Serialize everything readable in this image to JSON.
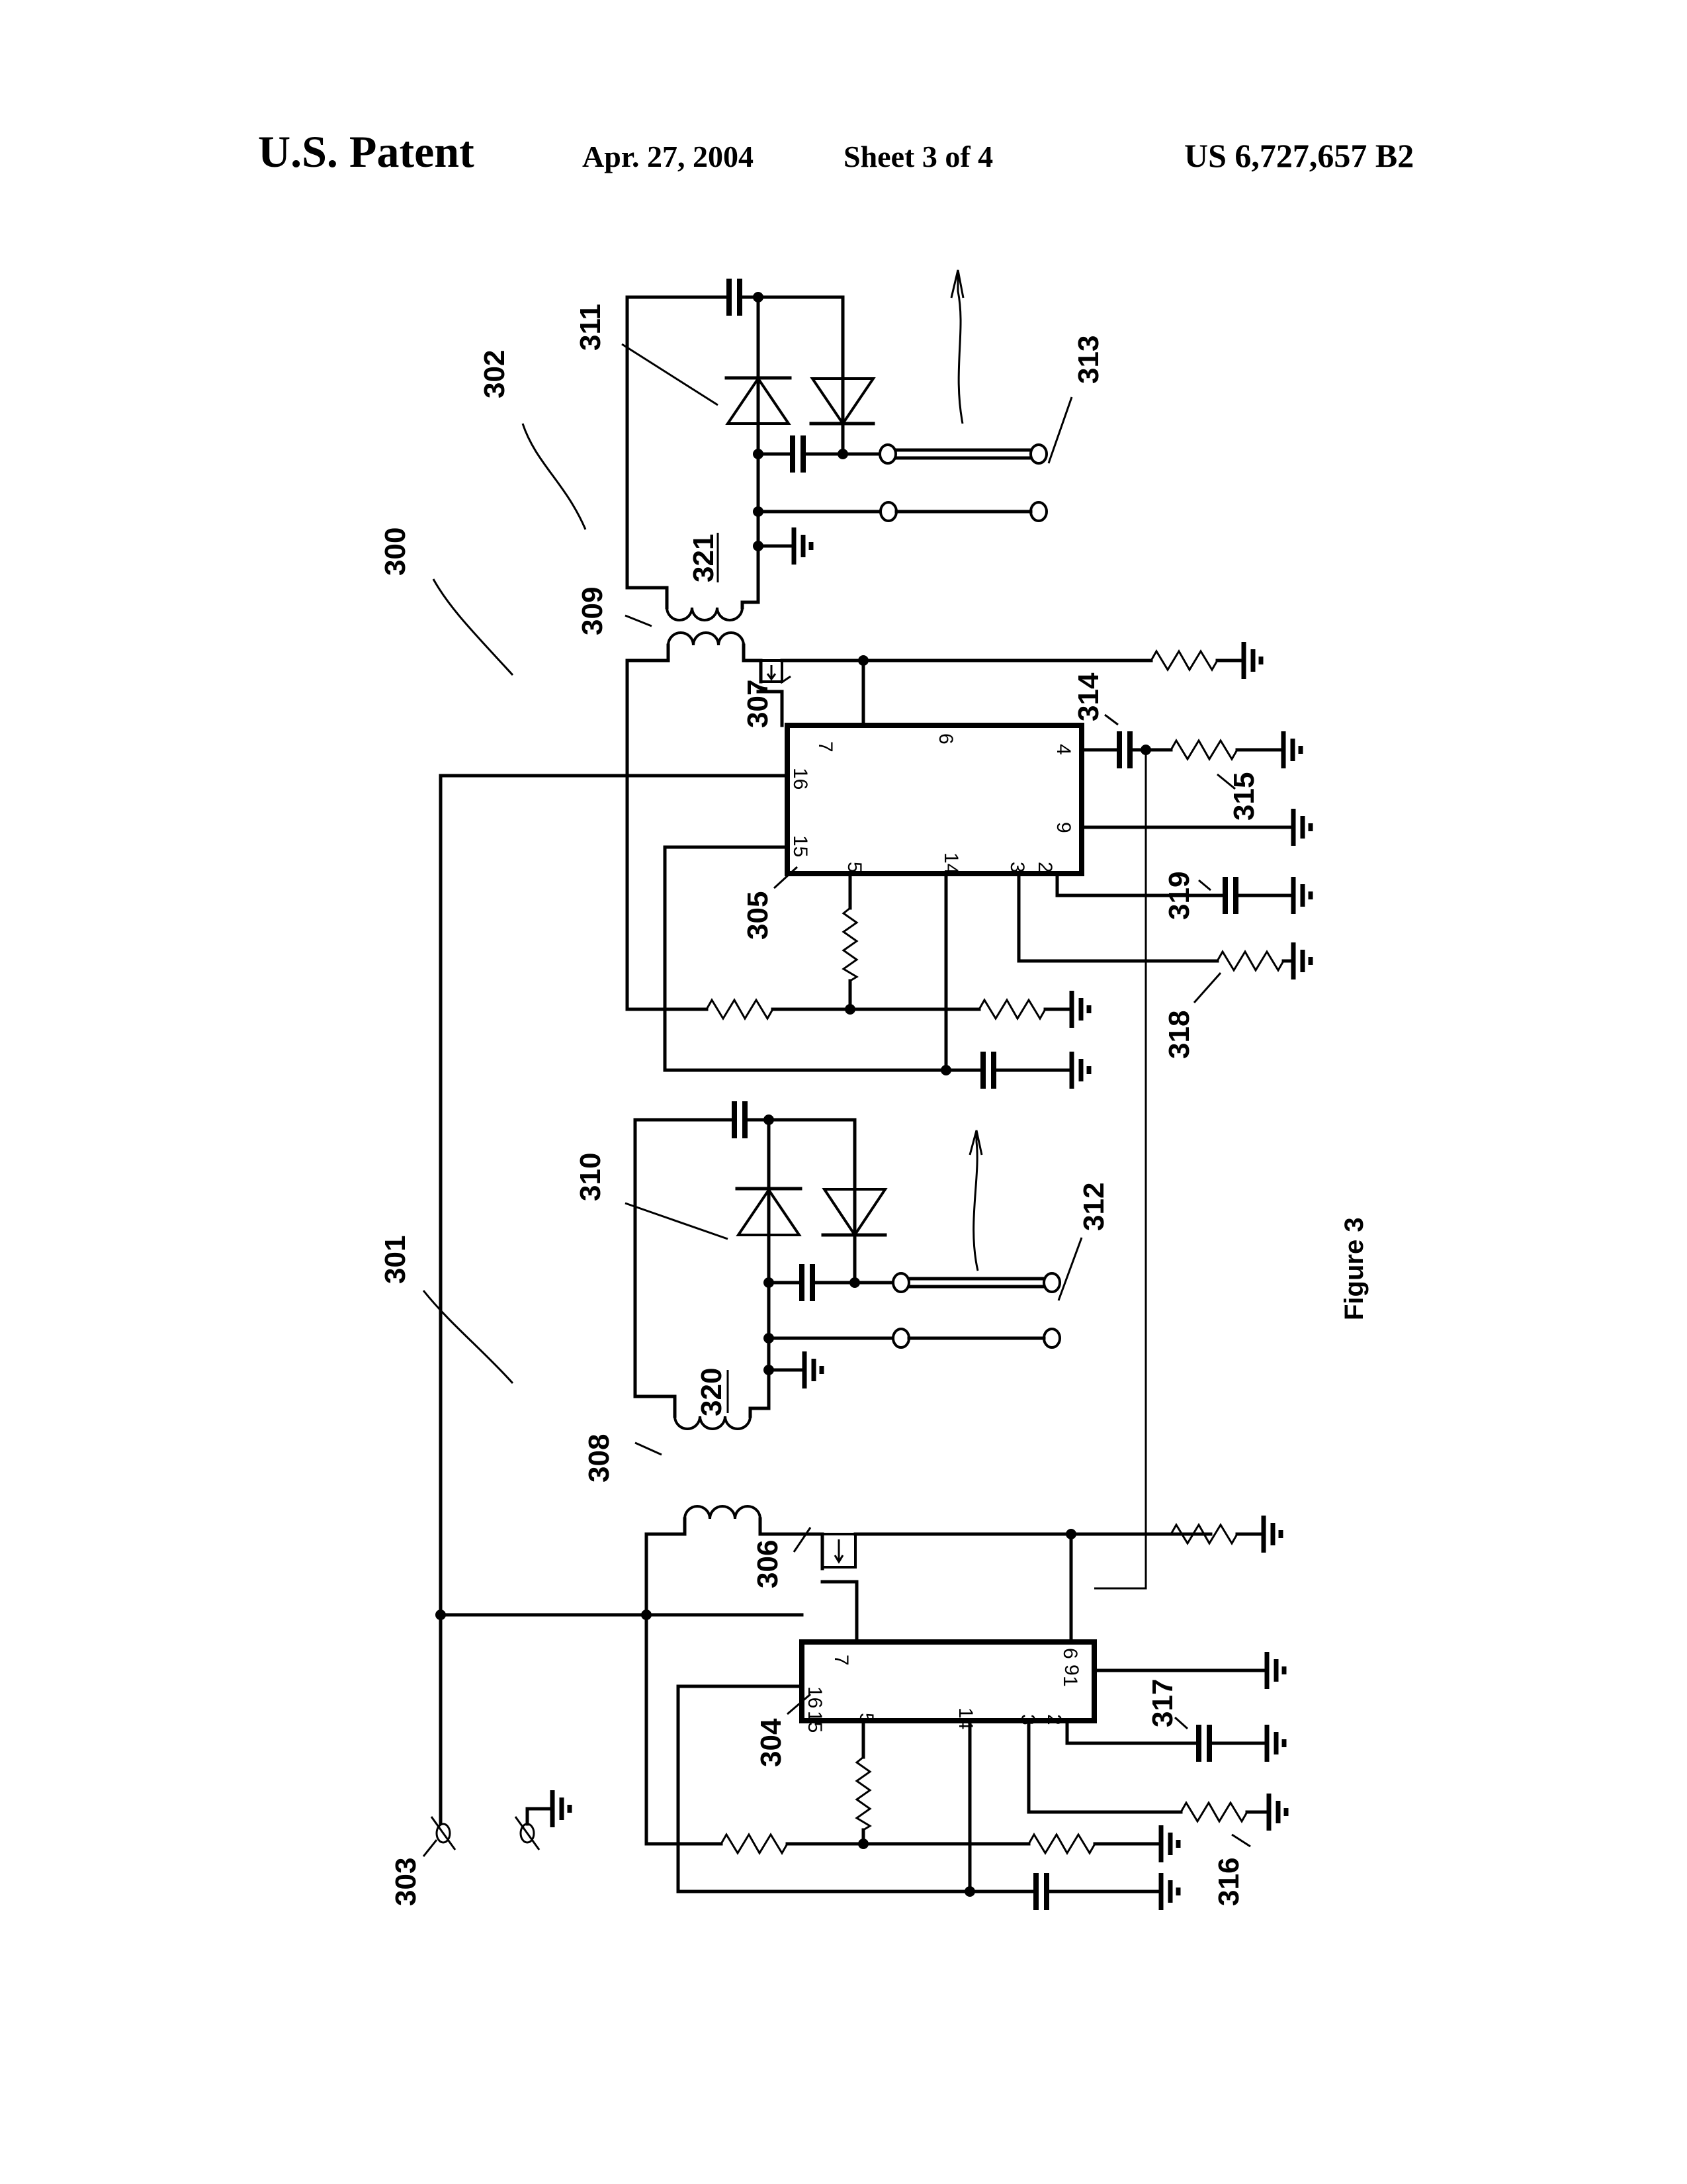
{
  "header": {
    "left": "U.S. Patent",
    "date": "Apr. 27, 2004",
    "sheet": "Sheet 3 of 4",
    "number": "US 6,727,657 B2"
  },
  "figure": {
    "caption": "Figure 3",
    "reference_numerals": {
      "system": "300",
      "supply_line": "301",
      "upper_stage": "302",
      "input_terminal": "303",
      "ic_lower": "304",
      "ic_upper": "305",
      "mosfet_lower": "306",
      "mosfet_upper": "307",
      "transformer_lower": "308",
      "transformer_upper": "309",
      "multiplier_lower": "310",
      "multiplier_upper": "311",
      "output_lower": "312",
      "output_upper": "313",
      "cap_314": "314",
      "res_315": "315",
      "res_316": "316",
      "cap_317": "317",
      "res_318": "318",
      "cap_319": "319",
      "secondary_lower": "320",
      "secondary_upper": "321"
    },
    "ic_upper_pins": {
      "p7": "7",
      "p6": "6",
      "p4": "4",
      "p16": "16",
      "p15": "15",
      "p5": "5",
      "p14": "14",
      "p3": "3",
      "p2": "2",
      "p9": "9"
    },
    "ic_lower_pins": {
      "p7": "7",
      "p6": "6",
      "p1": "1",
      "p16": "16",
      "p15": "15",
      "p5": "5",
      "p14": "14",
      "p3": "3",
      "p2": "2",
      "p9": "9"
    }
  }
}
